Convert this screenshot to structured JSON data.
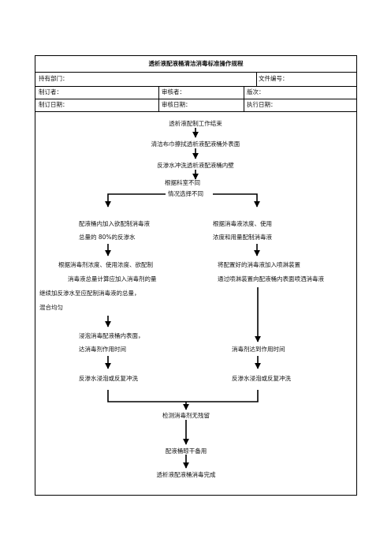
{
  "title": "透析液配液桶清洁消毒标准操作规程",
  "header": {
    "dept_label": "持有部门：",
    "doc_no_label": "文件编号：",
    "maker_label": "制订者：",
    "reviewer_label": "审核者：",
    "version_label": "版次：",
    "make_date_label": "制订日期：",
    "review_date_label": "审核日期：",
    "exec_date_label": "执行日期："
  },
  "flow": {
    "step1": "透析液配制工作结束",
    "step2": "清洁布巾擦拭透析液配液桶外表面",
    "step3": "反渗水冲洗透析液配液桶内壁",
    "decision_line1": "根据科室不同",
    "decision_line2": "情况选择不同",
    "left_a_line1": "配液桶内加入欲配制消毒液",
    "left_a_line2": "总量的 80%的反渗水",
    "left_b_line1": "根据消毒剂浓度、使用浓度、欲配制",
    "left_b_line2": "消毒液总量计算应加入消毒剂的量",
    "left_b_line3": "继续加反渗水至应配制消毒液的总量，",
    "left_b_line4": "混合均匀",
    "left_c_line1": "浸泡消毒配液桶内表面，",
    "left_c_line2": "达消毒剂作用时间",
    "left_d": "反渗水浸泡或反复冲洗",
    "right_a_line1": "根据消毒液浓度、使用",
    "right_a_line2": "浓度和用量配制消毒液",
    "right_b_line1": "将配置好的消毒液加入喷淋装置",
    "right_b_line2": "通过喷淋装置向配液桶内表面喷洒消毒液",
    "right_c": "消毒剂达到作用时间",
    "right_d": "反渗水浸泡或反复冲洗",
    "step_join": "检测消毒剂无残留",
    "step_dry": "配液桶晾干备用",
    "step_done": "透析液配液桶消毒完成"
  }
}
